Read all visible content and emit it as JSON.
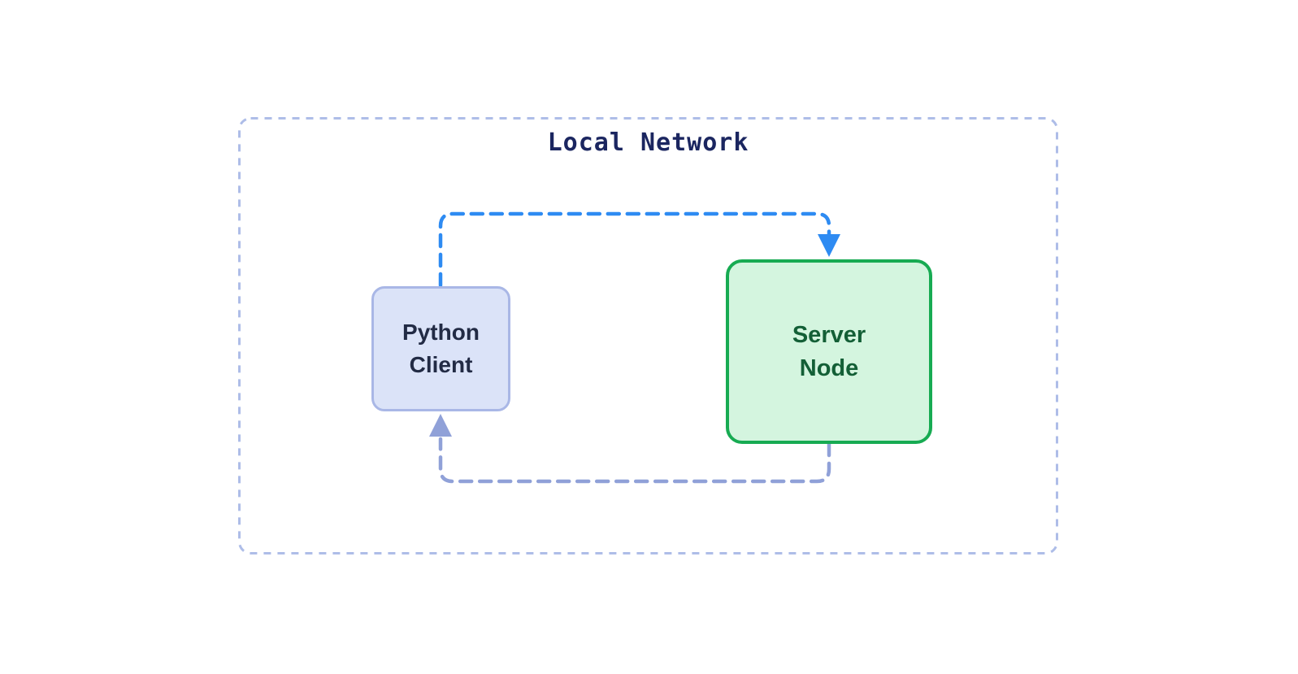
{
  "diagram": {
    "container": {
      "label": "Local Network",
      "border_color": "#aebde8",
      "title_color": "#1b2660"
    },
    "nodes": [
      {
        "id": "python-client",
        "lines": [
          "Python",
          "Client"
        ],
        "fill": "#dbe3f8",
        "border_color": "#a9b7e6",
        "text_color": "#222b45"
      },
      {
        "id": "server-node",
        "lines": [
          "Server",
          "Node"
        ],
        "fill": "#d4f5df",
        "border_color": "#17ab52",
        "text_color": "#135f36"
      }
    ],
    "edges": [
      {
        "id": "client-to-server",
        "from": "Python Client",
        "to": "Server Node",
        "color": "#2e8bf2",
        "style": "dashed",
        "arrow": "down"
      },
      {
        "id": "server-to-client",
        "from": "Server Node",
        "to": "Python Client",
        "color": "#90a1d8",
        "style": "dashed",
        "arrow": "up"
      }
    ]
  }
}
